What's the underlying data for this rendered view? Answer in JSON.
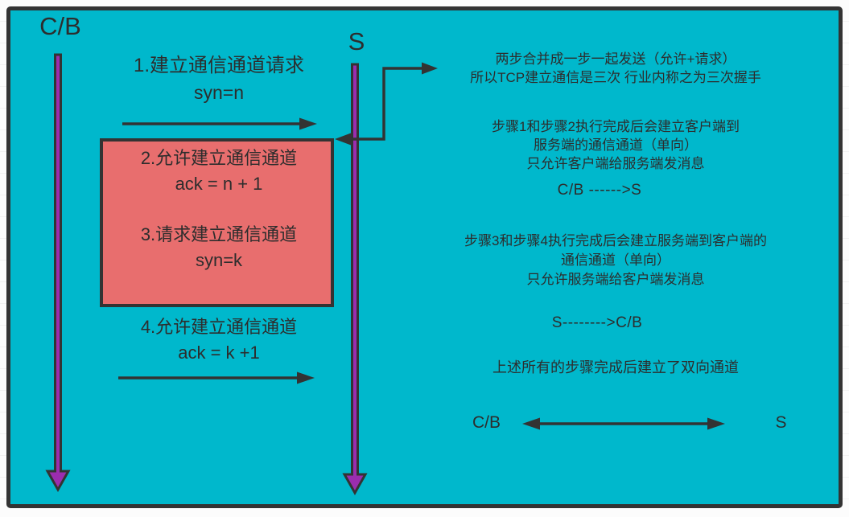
{
  "colors": {
    "canvas": "#00b8cc",
    "lifeline_purple": "#9b2daf",
    "highlight_box_red": "#e86e6e",
    "ink": "#2d2d2d",
    "frame": "#333333"
  },
  "lifelines": {
    "client_label": "C/B",
    "server_label": "S"
  },
  "steps": [
    {
      "title": "1.建立通信通道请求",
      "value": "syn=n"
    },
    {
      "title": "2.允许建立通信通道",
      "value": "ack = n + 1"
    },
    {
      "title": "3.请求建立通信通道",
      "value": "syn=k"
    },
    {
      "title": "4.允许建立通信通道",
      "value": "ack = k +1"
    }
  ],
  "notes": {
    "merged": {
      "line1": "两步合并成一步一起发送（允许+请求）",
      "line2": "所以TCP建立通信是三次 行业内称之为三次握手"
    },
    "channel1": {
      "line1": "步骤1和步骤2执行完成后会建立客户端到",
      "line2": "服务端的通信通道（单向）",
      "line3": "只允许客户端给服务端发消息",
      "direction": "C/B ------>S"
    },
    "channel2": {
      "line1": "步骤3和步骤4执行完成后会建立服务端到客户端的",
      "line2": "通信通道（单向）",
      "line3": "只允许服务端给客户端发消息",
      "direction": "S-------->C/B"
    },
    "summary": "上述所有的步骤完成后建立了双向通道"
  },
  "bottom_channel": {
    "client_label": "C/B",
    "server_label": "S"
  }
}
